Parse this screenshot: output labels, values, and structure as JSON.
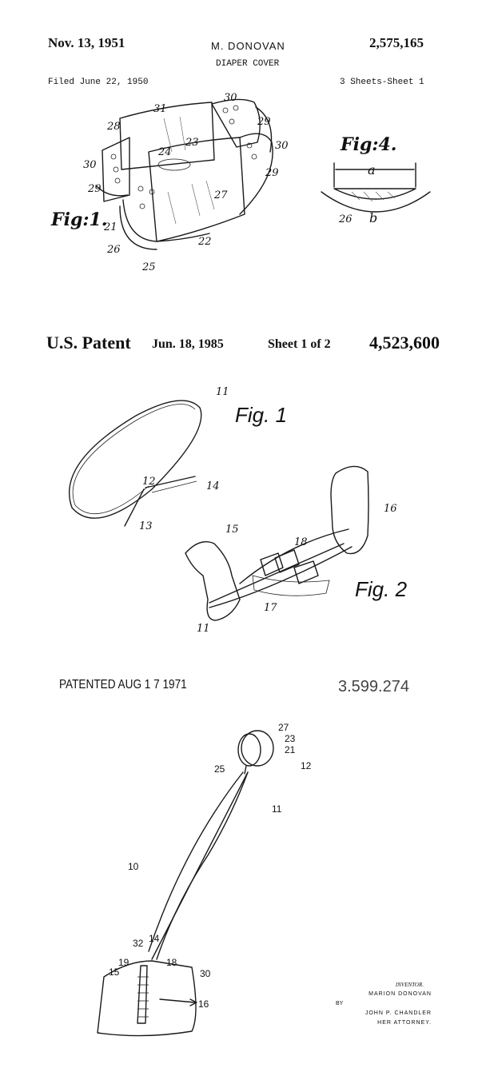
{
  "sheet1": {
    "date": "Nov. 13, 1951",
    "inventor": "M. DONOVAN",
    "patent_no": "2,575,165",
    "title": "DIAPER COVER",
    "filed": "Filed June 22, 1950",
    "sheets": "3 Sheets-Sheet 1",
    "fig1_label": "Fig:1.",
    "fig4_label": "Fig:4.",
    "refs": {
      "r31": "31",
      "r30a": "30",
      "r29a": "29",
      "r28": "28",
      "r30b": "30",
      "r29b": "29",
      "r24": "24",
      "r23": "23",
      "r30c": "30",
      "r29c": "29",
      "r27": "27",
      "r21": "21",
      "r26": "26",
      "r25": "25",
      "r22": "22",
      "a": "a",
      "b": "b",
      "r26b": "26"
    }
  },
  "sheet2": {
    "heading": "U.S. Patent",
    "date": "Jun. 18, 1985",
    "sheet": "Sheet 1 of 2",
    "patent_no": "4,523,600",
    "fig1_label": "Fig. 1",
    "fig2_label": "Fig. 2",
    "refs": {
      "r11a": "11",
      "r12": "12",
      "r14": "14",
      "r13": "13",
      "r16": "16",
      "r15": "15",
      "r18": "18",
      "r17": "17",
      "r11b": "11"
    }
  },
  "sheet3": {
    "patented": "PATENTED AUG 1 7 1971",
    "patent_no": "3.599.274",
    "refs": {
      "r27": "27",
      "r23": "23",
      "r21": "21",
      "r25": "25",
      "r12": "12",
      "r11": "11",
      "r10": "10",
      "r32": "32",
      "r14": "14",
      "r19": "19",
      "r18": "18",
      "r15": "15",
      "r30": "30",
      "r16": "16"
    },
    "inventor_block": {
      "label": "INVENTOR.",
      "name": "MARION DONOVAN",
      "by": "BY",
      "attorney": "JOHN P. CHANDLER",
      "role": "HER ATTORNEY."
    }
  }
}
